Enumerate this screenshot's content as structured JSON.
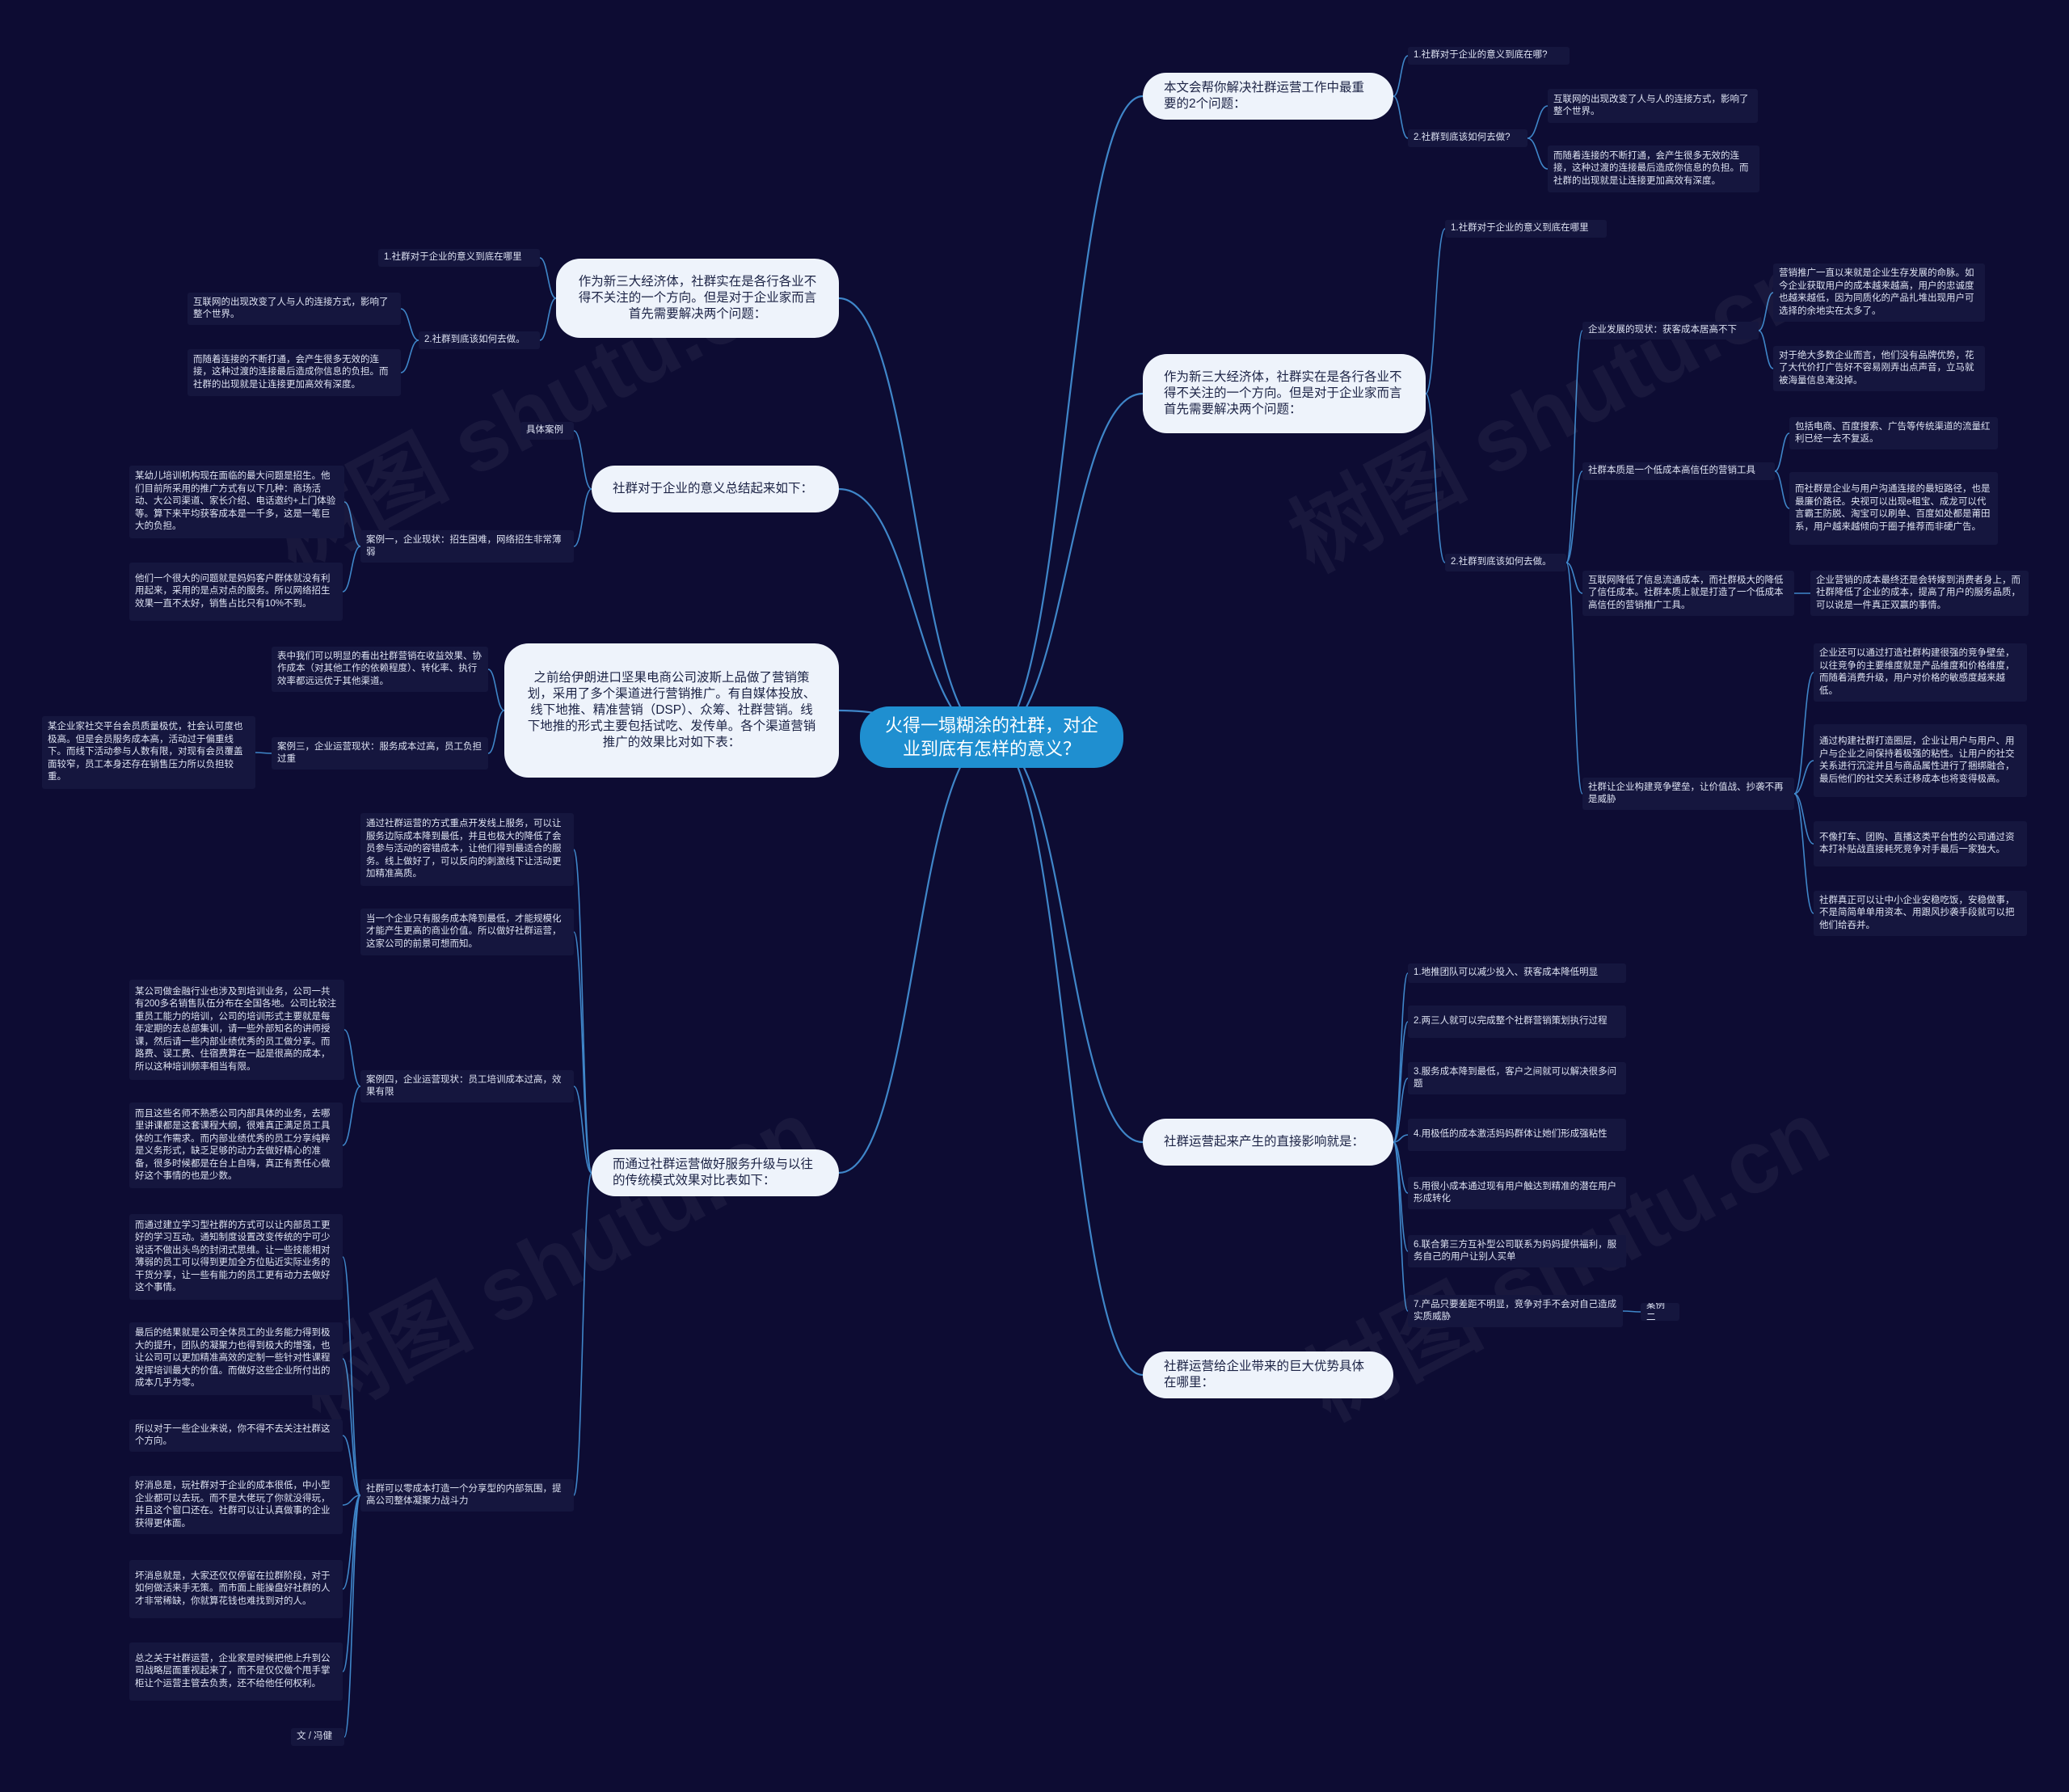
{
  "watermark": "树图 shutu.cn",
  "colors": {
    "background": "#0d0c33",
    "root": "#1f8fd0",
    "main_node": "#eef3fb",
    "leaf_node": "#15163e",
    "edge": "#3f86c9"
  },
  "root": {
    "text": "火得一塌糊涂的社群，对企业到底有怎样的意义？"
  },
  "right": [
    {
      "text": "本文会帮你解决社群运营工作中最重要的2个问题：",
      "children": [
        {
          "text": "1.社群对于企业的意义到底在哪?"
        },
        {
          "text": "2.社群到底该如何去做?",
          "children": [
            {
              "text": "互联网的出现改变了人与人的连接方式，影响了整个世界。"
            },
            {
              "text": "而随着连接的不断打通，会产生很多无效的连接，这种过渡的连接最后造成你信息的负担。而社群的出现就是让连接更加高效有深度。"
            }
          ]
        }
      ]
    },
    {
      "text": "作为新三大经济体，社群实在是各行各业不得不关注的一个方向。但是对于企业家而言首先需要解决两个问题：",
      "children": [
        {
          "text": "1.社群对于企业的意义到底在哪里"
        },
        {
          "text": "2.社群到底该如何去做。",
          "children": [
            {
              "text": "企业发展的现状：获客成本居高不下",
              "children": [
                {
                  "text": "营销推广一直以来就是企业生存发展的命脉。如今企业获取用户的成本越来越高，用户的忠诚度也越来越低，因为同质化的产品扎堆出现用户可选择的余地实在太多了。"
                },
                {
                  "text": "对于绝大多数企业而言，他们没有品牌优势，花了大代价打广告好不容易刚弄出点声音，立马就被海量信息淹没掉。"
                }
              ]
            },
            {
              "text": "社群本质是一个低成本高信任的营销工具",
              "children": [
                {
                  "text": "包括电商、百度搜索、广告等传统渠道的流量红利已经一去不复返。"
                },
                {
                  "text": "而社群是企业与用户沟通连接的最短路径，也是最廉价路径。央视可以出现e租宝、成龙可以代言霸王防脱、淘宝可以刷单、百度如处都是莆田系，用户越来越倾向于圈子推荐而非硬广告。"
                }
              ]
            },
            {
              "text": "互联网降低了信息流通成本，而社群极大的降低了信任成本。社群本质上就是打造了一个低成本高信任的营销推广工具。",
              "children": [
                {
                  "text": "企业营销的成本最终还是会转嫁到消费者身上，而社群降低了企业的成本，提高了用户的服务品质，可以说是一件真正双赢的事情。"
                }
              ]
            },
            {
              "text": "社群让企业构建竞争壁垒，让价值战、抄袭不再是威胁",
              "children": [
                {
                  "text": "企业还可以通过打造社群构建很强的竞争壁垒，以往竞争的主要维度就是产品维度和价格维度，而随着消费升级，用户对价格的敏感度越来越低。"
                },
                {
                  "text": "通过构建社群打造圈层，企业让用户与用户、用户与企业之间保持着极强的粘性。让用户的社交关系进行沉淀并且与商品属性进行了捆绑融合，最后他们的社交关系迁移成本也将变得极高。"
                },
                {
                  "text": "不像打车、团购、直播这类平台性的公司通过资本打补贴战直接耗死竞争对手最后一家独大。"
                },
                {
                  "text": "社群真正可以让中小企业安稳吃饭，安稳做事，不是简简单单用资本、用跟风抄袭手段就可以把他们给吞并。"
                }
              ]
            }
          ]
        }
      ]
    },
    {
      "text": "社群运营起来产生的直接影响就是：",
      "children": [
        {
          "text": "1.地推团队可以减少投入、获客成本降低明显"
        },
        {
          "text": "2.两三人就可以完成整个社群营销策划执行过程"
        },
        {
          "text": "3.服务成本降到最低，客户之间就可以解决很多问题"
        },
        {
          "text": "4.用极低的成本激活妈妈群体让她们形成强粘性"
        },
        {
          "text": "5.用很小成本通过现有用户触达到精准的潜在用户形成转化"
        },
        {
          "text": "6.联合第三方互补型公司联系为妈妈提供福利，服务自己的用户让别人买单"
        },
        {
          "text": "7.产品只要差距不明显，竞争对手不会对自己造成实质威胁",
          "children": [
            {
              "text": "案例二"
            }
          ]
        }
      ]
    },
    {
      "text": "社群运营给企业带来的巨大优势具体在哪里：",
      "children": []
    }
  ],
  "left": [
    {
      "text": "作为新三大经济体，社群实在是各行各业不得不关注的一个方向。但是对于企业家而言首先需要解决两个问题：",
      "children": [
        {
          "text": "1.社群对于企业的意义到底在哪里"
        },
        {
          "text": "2.社群到底该如何去做。",
          "children": [
            {
              "text": "互联网的出现改变了人与人的连接方式，影响了整个世界。"
            },
            {
              "text": "而随着连接的不断打通，会产生很多无效的连接，这种过渡的连接最后造成你信息的负担。而社群的出现就是让连接更加高效有深度。"
            }
          ]
        }
      ]
    },
    {
      "text": "社群对于企业的意义总结起来如下：",
      "children": [
        {
          "text": "具体案例"
        },
        {
          "text": "案例一，企业现状：招生困难，网络招生非常薄弱",
          "children": [
            {
              "text": "某幼儿培训机构现在面临的最大问题是招生。他们目前所采用的推广方式有以下几种：商场活动、大公司渠道、家长介绍、电话邀约+上门体验等。算下来平均获客成本是一千多，这是一笔巨大的负担。"
            },
            {
              "text": "他们一个很大的问题就是妈妈客户群体就没有利用起来，采用的是点对点的服务。所以网络招生效果一直不太好，销售占比只有10%不到。"
            }
          ]
        }
      ]
    },
    {
      "text": "之前给伊朗进口坚果电商公司波斯上品做了营销策划，采用了多个渠道进行营销推广。有自媒体投放、线下地推、精准营销（DSP）、众筹、社群营销。线下地推的形式主要包括试吃、发传单。各个渠道营销推广的效果比对如下表：",
      "children": [
        {
          "text": "表中我们可以明显的看出社群营销在收益效果、协作成本（对其他工作的依赖程度）、转化率、执行效率都远远优于其他渠道。"
        },
        {
          "text": "案例三，企业运营现状：服务成本过高，员工负担过重",
          "children": [
            {
              "text": "某企业家社交平台会员质量极优，社会认可度也极高。但是会员服务成本高，活动过于偏重线下。而线下活动参与人数有限，对现有会员覆盖面较窄，员工本身还存在销售压力所以负担较重。"
            }
          ]
        }
      ]
    },
    {
      "text": "而通过社群运营做好服务升级与以往的传统模式效果对比表如下：",
      "children": [
        {
          "text": "通过社群运营的方式重点开发线上服务，可以让服务边际成本降到最低，并且也极大的降低了会员参与活动的容错成本，让他们得到最适合的服务。线上做好了，可以反向的刺激线下让活动更加精准高质。"
        },
        {
          "text": "当一个企业只有服务成本降到最低，才能规模化才能产生更高的商业价值。所以做好社群运营，这家公司的前景可想而知。"
        },
        {
          "text": "案例四，企业运营现状：员工培训成本过高，效果有限",
          "children": [
            {
              "text": "某公司做金融行业也涉及到培训业务，公司一共有200多名销售队伍分布在全国各地。公司比较注重员工能力的培训，公司的培训形式主要就是每年定期的去总部集训，请一些外部知名的讲师授课，然后请一些内部业绩优秀的员工做分享。而路费、误工费、住宿费算在一起是很高的成本，所以这种培训频率相当有限。"
            },
            {
              "text": "而且这些名师不熟悉公司内部具体的业务，去哪里讲课都是这套课程大纲，很难真正满足员工具体的工作需求。而内部业绩优秀的员工分享纯粹是义务形式，缺乏足够的动力去做好精心的准备，很多时候都是在台上自嗨，真正有责任心做好这个事情的也是少数。"
            }
          ]
        },
        {
          "text": "社群可以零成本打造一个分享型的内部氛围，提高公司整体凝聚力战斗力",
          "children": [
            {
              "text": "而通过建立学习型社群的方式可以让内部员工更好的学习互动。通知制度设置改变传统的宁可少说话不做出头鸟的封闭式思维。让一些技能相对薄弱的员工可以得到更加全方位贴近实际业务的干货分享，让一些有能力的员工更有动力去做好这个事情。"
            },
            {
              "text": "最后的结果就是公司全体员工的业务能力得到极大的提升，团队的凝聚力也得到极大的增强，也让公司可以更加精准高效的定制一些针对性课程发挥培训最大的价值。而做好这些企业所付出的成本几乎为零。"
            },
            {
              "text": "所以对于一些企业来说，你不得不去关注社群这个方向。"
            },
            {
              "text": "好消息是，玩社群对于企业的成本很低，中小型企业都可以去玩。而不是大佬玩了你就没得玩，并且这个窗口还在。社群可以让认真做事的企业获得更体面。"
            },
            {
              "text": "坏消息就是，大家还仅仅停留在拉群阶段，对于如何做活来手无策。而市面上能操盘好社群的人才非常稀缺，你就算花钱也难找到对的人。"
            },
            {
              "text": "总之关于社群运营，企业家是时候把他上升到公司战略层面重视起来了，而不是仅仅做个甩手掌柜让个运营主管去负责，还不给他任何权利。"
            },
            {
              "text": "文 / 冯健"
            }
          ]
        }
      ]
    }
  ]
}
